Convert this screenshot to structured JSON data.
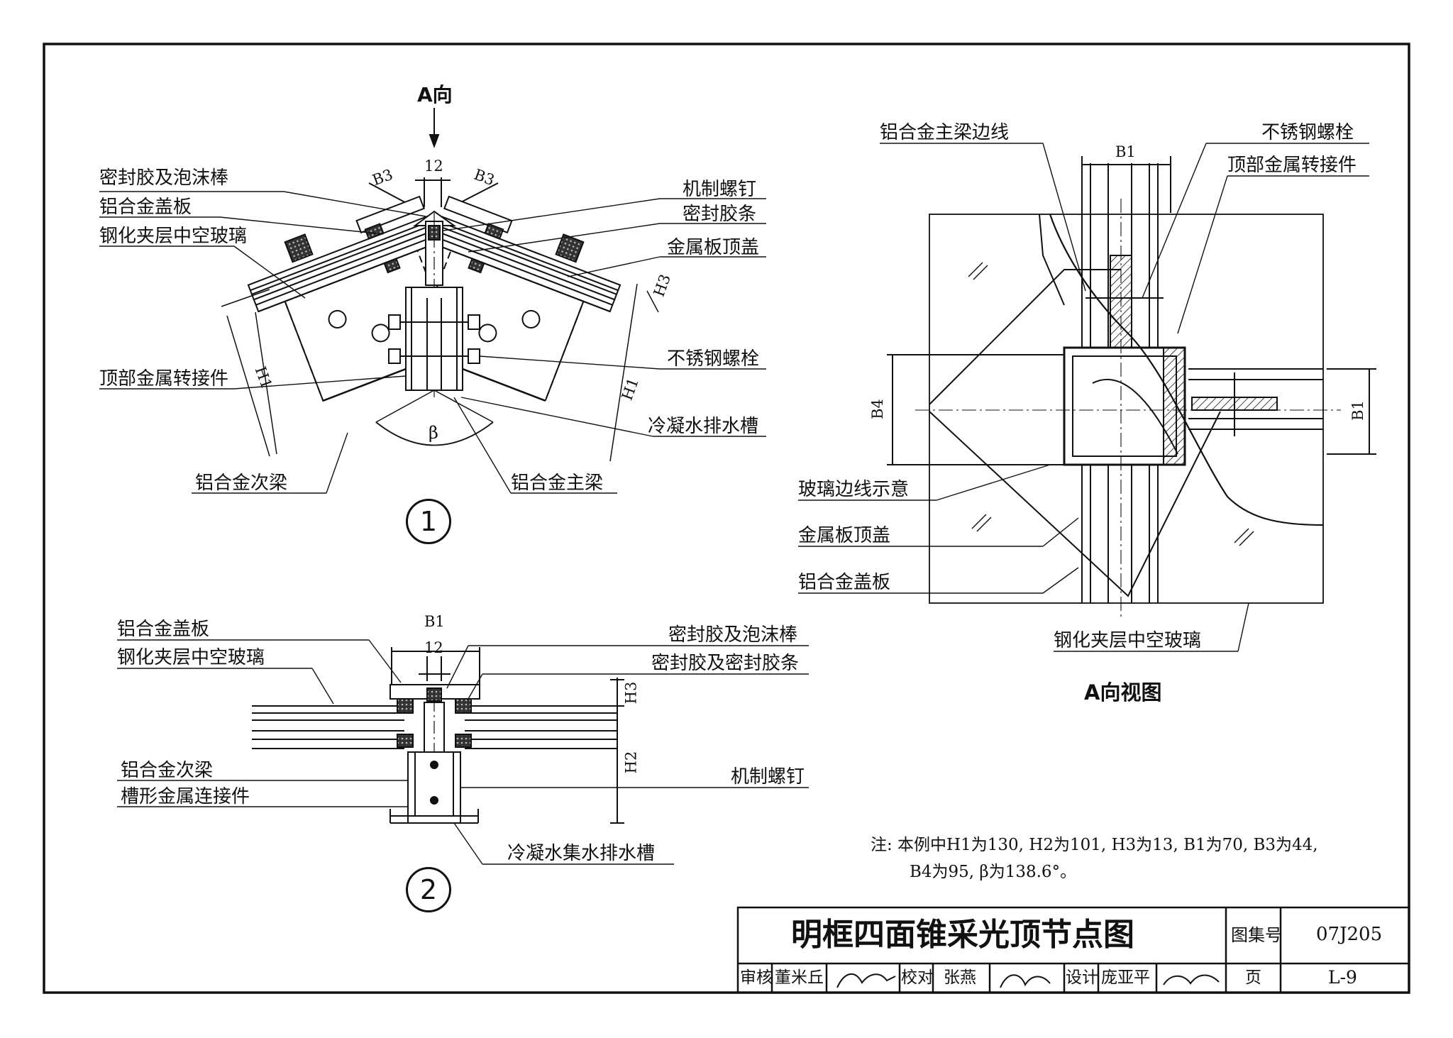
{
  "d1": {
    "view_arrow": "A向",
    "dim_12": "12",
    "dim_b3_left": "B3",
    "dim_b3_right": "B3",
    "dim_h3": "H3",
    "dim_h1_left": "H1",
    "dim_h1_right": "H1",
    "angle": "β",
    "left_labels": [
      "密封胶及泡沫棒",
      "铝合金盖板",
      "钢化夹层中空玻璃",
      "顶部金属转接件",
      "铝合金次梁"
    ],
    "right_labels": [
      "机制螺钉",
      "密封胶条",
      "金属板顶盖",
      "不锈钢螺栓",
      "冷凝水排水槽",
      "铝合金主梁"
    ],
    "number": "1"
  },
  "d2": {
    "dim_b1": "B1",
    "dim_12": "12",
    "dim_h3": "H3",
    "dim_h2": "H2",
    "left_labels": [
      "铝合金盖板",
      "钢化夹层中空玻璃",
      "铝合金次梁",
      "槽形金属连接件"
    ],
    "right_labels": [
      "密封胶及泡沫棒",
      "密封胶及密封胶条",
      "机制螺钉",
      "冷凝水集水排水槽"
    ],
    "number": "2"
  },
  "view_a": {
    "labels_top": [
      "铝合金主梁边线",
      "不锈钢螺栓",
      "顶部金属转接件"
    ],
    "labels_left": [
      "玻璃边线示意",
      "金属板顶盖",
      "铝合金盖板"
    ],
    "label_bottom": "钢化夹层中空玻璃",
    "dim_b1_top": "B1",
    "dim_b1_right": "B1",
    "dim_b4": "B4",
    "title": "A向视图"
  },
  "note": {
    "line1": "注: 本例中H1为130, H2为101, H3为13, B1为70, B3为44,",
    "line2": "B4为95, β为138.6°。"
  },
  "title_block": {
    "title": "明框四面锥采光顶节点图",
    "atlas_label": "图集号",
    "atlas_no": "07J205",
    "review_label": "审核",
    "review_name": "董米丘",
    "check_label": "校对",
    "check_name": "张燕",
    "design_label": "设计",
    "design_name": "庞亚平",
    "page_label": "页",
    "page_no": "L-9"
  }
}
